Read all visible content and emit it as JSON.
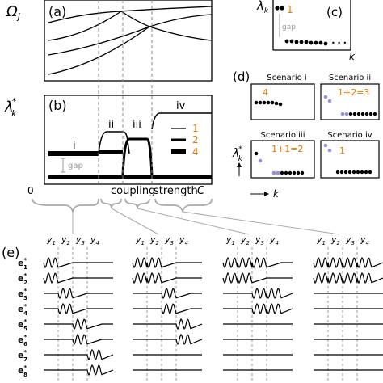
{
  "panel_a": {
    "label": "(a)",
    "ylabel_main": "Ω",
    "ylabel_sub": "j"
  },
  "panel_b": {
    "label": "(b)",
    "ylabel_main": "λ",
    "ylabel_sup": "*",
    "ylabel_sub": "k",
    "regions": [
      "i",
      "ii",
      "iii",
      "iv"
    ],
    "legend": [
      {
        "label": "1",
        "color": "#e07b00"
      },
      {
        "label": "2",
        "color": "#e07b00"
      },
      {
        "label": "4",
        "color": "#e07b00"
      }
    ],
    "gap_label": "gap"
  },
  "x_axis": {
    "zero": "0",
    "title_word1": "coupling",
    "title_word2": "strength",
    "title_symbol": "C"
  },
  "panel_c": {
    "label": "(c)",
    "ylabel_main": "λ",
    "ylabel_sub": "k",
    "xlabel": "k",
    "count": "1",
    "gap_label": "gap",
    "ellipsis": "• • •"
  },
  "panel_d": {
    "label": "(d)",
    "ylabel_main": "λ",
    "ylabel_sup": "*",
    "ylabel_sub": "k",
    "xlabel": "k",
    "scenarios": [
      {
        "title": "Scenario i",
        "annotation": "4"
      },
      {
        "title": "Scenario ii",
        "annotation": "1+2=3"
      },
      {
        "title": "Scenario iii",
        "annotation": "1+1=2"
      },
      {
        "title": "Scenario iv",
        "annotation": "1"
      }
    ]
  },
  "panel_e": {
    "label": "(e)",
    "column_headers": [
      "y",
      "y",
      "y",
      "y"
    ],
    "column_subscripts": [
      "1",
      "2",
      "3",
      "4"
    ],
    "row_letter": "e",
    "row_sup": "*",
    "row_subscripts": [
      "1",
      "2",
      "3",
      "4",
      "5",
      "6",
      "7",
      "8"
    ]
  },
  "colors": {
    "accent_orange": "#e07b00",
    "light_blue": "#8f8fe8",
    "black": "#000000",
    "dashed_gray": "#888888",
    "brace_gray": "#aaaaaa"
  }
}
